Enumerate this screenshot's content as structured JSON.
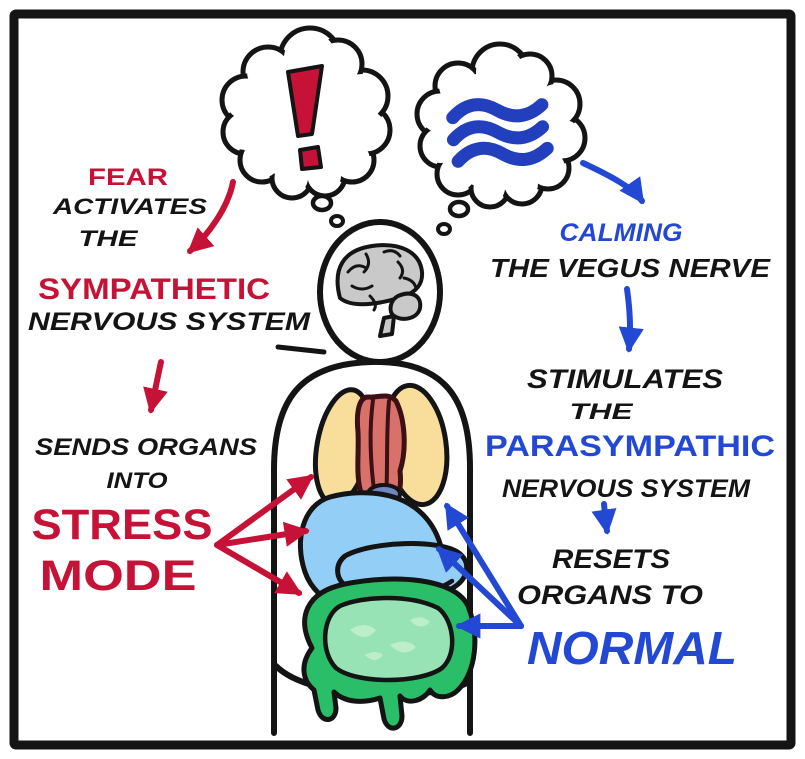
{
  "sympathetic_side": {
    "fear": "FEAR",
    "activates": "ACTIVATES",
    "the": "THE",
    "sympathetic": "SYMPATHETIC",
    "nervous_system": "NERVOUS SYSTEM",
    "sends_organs": "SENDS ORGANS",
    "into": "INTO",
    "stress": "STRESS",
    "mode": "MODE"
  },
  "parasympathetic_side": {
    "calming": "CALMING",
    "the_vegus_nerve": "THE VEGUS NERVE",
    "stimulates": "STIMULATES",
    "the": "THE",
    "parasympathic": "PARASYMPATHIC",
    "nervous_system": "NERVOUS SYSTEM",
    "resets": "RESETS",
    "organs_to": "ORGANS TO",
    "normal": "NORMAL"
  },
  "icons": {
    "exclamation": "exclamation-mark-icon",
    "waves": "calm-waves-icon",
    "brain": "brain-icon",
    "lungs": "lungs-icon",
    "heart": "heart-icon",
    "stomach": "stomach-icon",
    "intestines": "intestines-icon",
    "figure": "human-figure"
  },
  "colors": {
    "background": "#FFFFFF",
    "ink": "#141414",
    "red": "#C51236",
    "blue": "#2348D4",
    "wave_blue": "#2240BE",
    "brain_gray": "#C9C9C9",
    "lung_yellow": "#F8DD9B",
    "heart_red": "#D9716B",
    "heart_outline": "#3C1014",
    "stomach_blue": "#92CEF5",
    "spleen_blue": "#7286C2",
    "colon_green": "#2ABE68",
    "intestine_light_green": "#98E3B5",
    "intestine_squiggle": "#BCEECC"
  }
}
